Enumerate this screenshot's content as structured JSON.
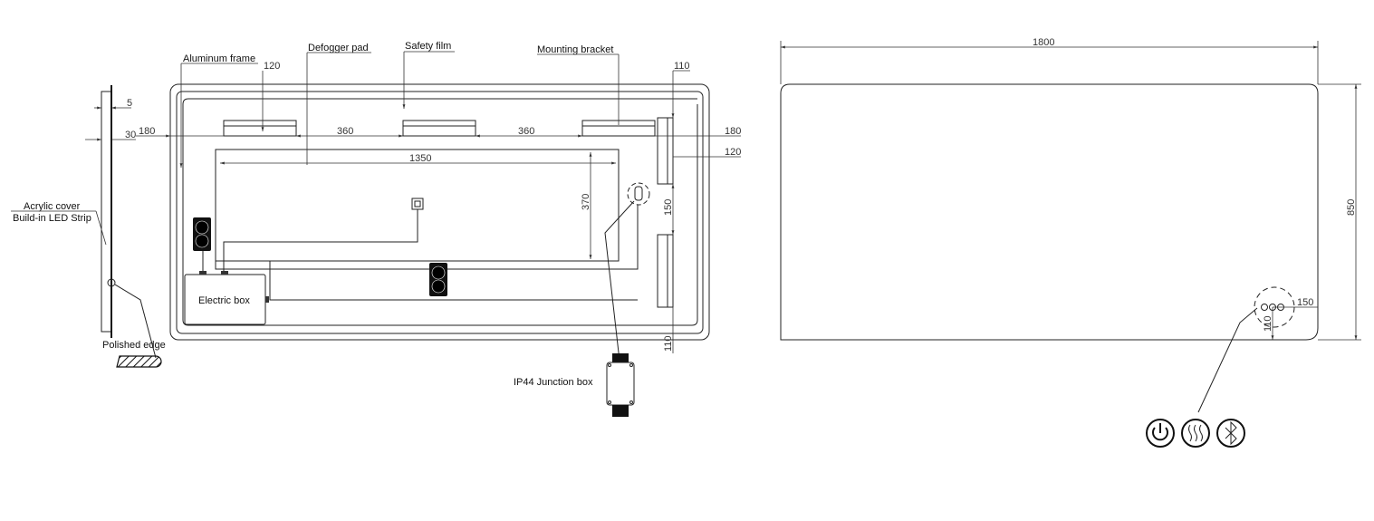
{
  "side_view": {
    "labels": {
      "acrylic_cover": "Acrylic cover",
      "led_strip": "Build-in LED Strip",
      "polished_edge": "Polished edge"
    },
    "dims": {
      "thickness_glass": "5",
      "thickness_total": "30"
    }
  },
  "front_view": {
    "labels": {
      "aluminum_frame": "Aluminum frame",
      "defogger_pad": "Defogger pad",
      "safety_film": "Safety film",
      "mounting_bracket": "Mounting bracket",
      "electric_box": "Electric box",
      "junction_box": "IP44 Junction box"
    },
    "dims": {
      "top_120": "120",
      "left_180": "180",
      "gap_360_a": "360",
      "gap_360_b": "360",
      "defogger_width": "1350",
      "defogger_height": "370",
      "right_110_top": "110",
      "right_180": "180",
      "right_120": "120",
      "bracket_gap_150": "150",
      "right_110_bottom": "110"
    }
  },
  "back_view": {
    "dims": {
      "width": "1800",
      "height": "850",
      "switch_right": "150",
      "switch_bottom": "110"
    },
    "control_icons": [
      "power-icon",
      "defogger-heat-icon",
      "bluetooth-icon"
    ]
  }
}
